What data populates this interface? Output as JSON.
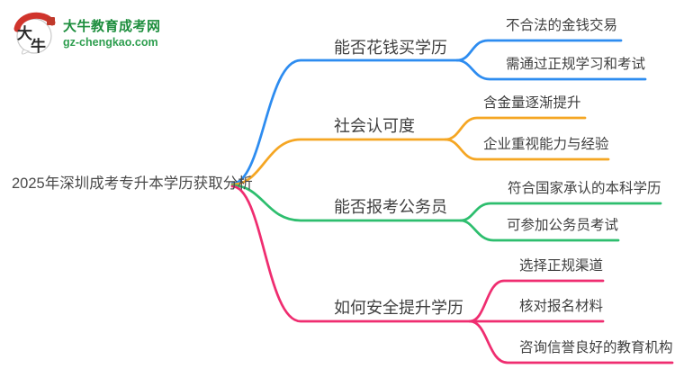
{
  "logo": {
    "brand": "大牛教育成考网",
    "domain": "gz-chengkao.com",
    "mark_char_1": "大",
    "mark_char_2": "牛"
  },
  "mindmap": {
    "root": {
      "label": "2025年深圳成考专升本学历获取分析"
    },
    "branches": [
      {
        "label": "能否花钱买学历",
        "color": "#2D8CF0",
        "children": [
          "不合法的金钱交易",
          "需通过正规学习和考试"
        ]
      },
      {
        "label": "社会认可度",
        "color": "#F5A623",
        "children": [
          "含金量逐渐提升",
          "企业重视能力与经验"
        ]
      },
      {
        "label": "能否报考公务员",
        "color": "#2DBE6E",
        "children": [
          "符合国家承认的本科学历",
          "可参加公务员考试"
        ]
      },
      {
        "label": "如何安全提升学历",
        "color": "#EF2D70",
        "children": [
          "选择正规渠道",
          "核对报名材料",
          "咨询信誉良好的教育机构"
        ]
      }
    ]
  }
}
